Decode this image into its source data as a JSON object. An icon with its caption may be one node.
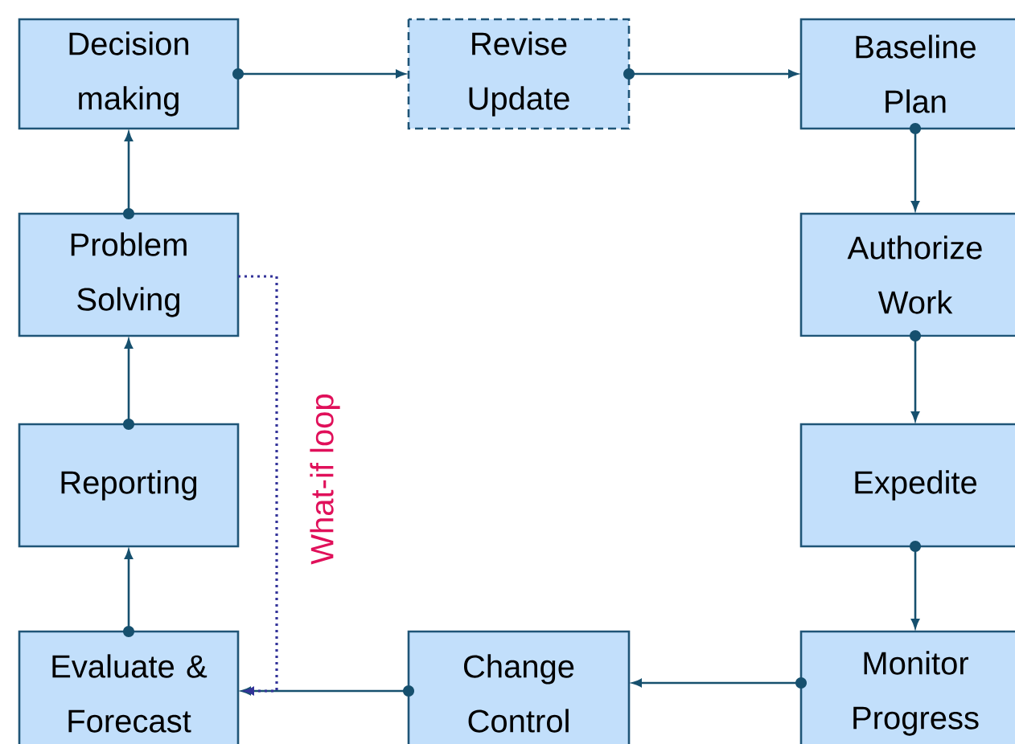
{
  "diagram": {
    "nodes": [
      {
        "text": [
          "Decision making"
        ]
      },
      {
        "text": [
          "Revise Update"
        ]
      },
      {
        "text": [
          "Baseline Plan"
        ]
      },
      {
        "text": [
          "Problem Solving"
        ]
      },
      {
        "text": [
          "Authorize Work"
        ]
      },
      {
        "text": [
          "Reporting"
        ]
      },
      {
        "text": [
          "Expedite"
        ]
      },
      {
        "text": [
          "Evaluate & Forecast"
        ]
      },
      {
        "text": [
          "Change Control"
        ]
      },
      {
        "text": [
          "Monitor Progress"
        ]
      }
    ],
    "edges": [
      {
        "from": 0,
        "to": 1,
        "arrow": "to"
      },
      {
        "from": 1,
        "to": 2,
        "arrow": "to"
      },
      {
        "from": 2,
        "to": 4,
        "arrow": "to"
      },
      {
        "from": 4,
        "to": 6,
        "arrow": "to"
      },
      {
        "from": 6,
        "to": 9,
        "arrow": "to"
      },
      {
        "from": 9,
        "to": 8,
        "arrow": "to"
      },
      {
        "from": 8,
        "to": 7,
        "arrow": "to"
      },
      {
        "from": 7,
        "to": 5,
        "arrow": "to"
      },
      {
        "from": 5,
        "to": 3,
        "arrow": "to"
      },
      {
        "from": 3,
        "to": 0,
        "arrow": "to"
      },
      {
        "from": 3,
        "to": 7,
        "arrow": "to",
        "label": "What-if loop",
        "style": "dashed",
        "color": "#333399"
      }
    ]
  }
}
